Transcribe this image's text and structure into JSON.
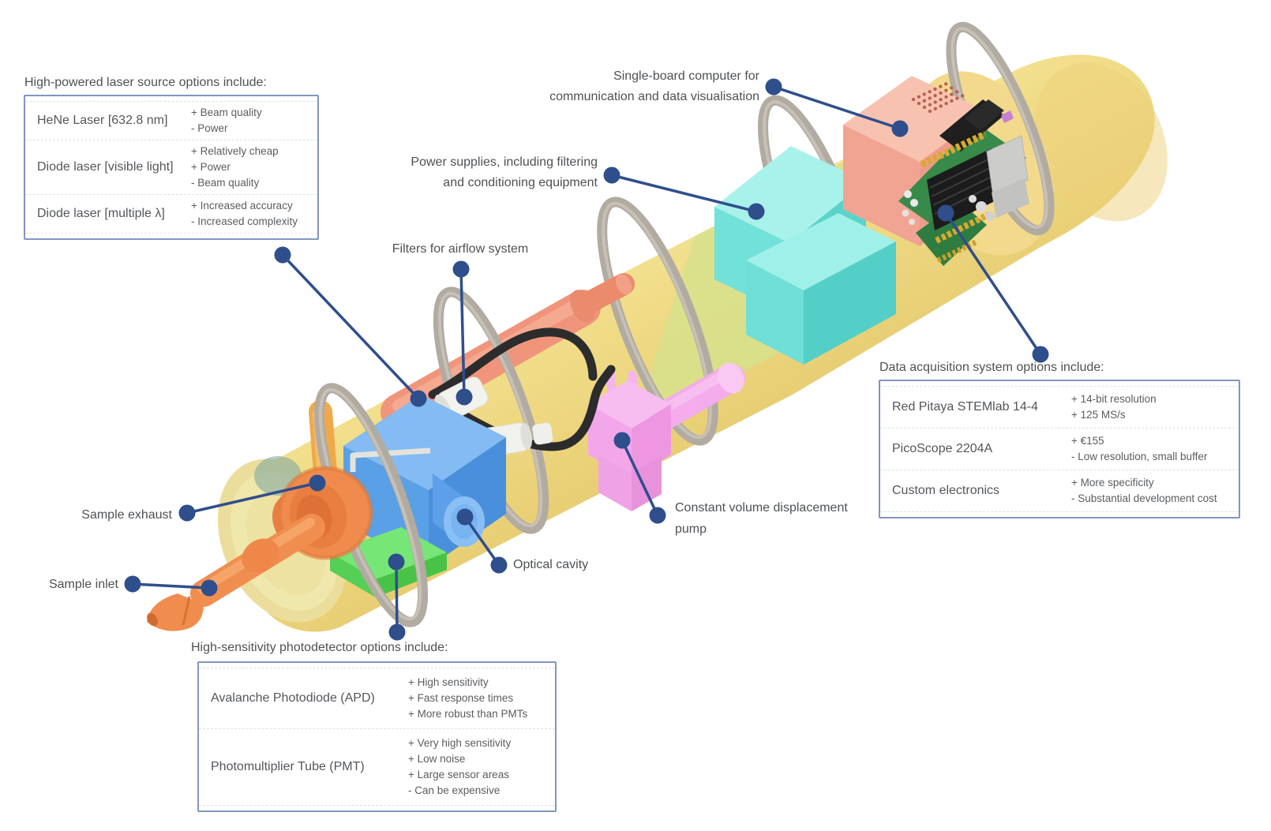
{
  "colors": {
    "connector_navy": "#2F4E8C",
    "table_border": "#8295C2",
    "text_gray": "#4E5154",
    "tube_yellow": "#F1DD89",
    "interior_green": "#D7E08C",
    "ring_gray": "#B2ABA1",
    "optical_cavity_blue": "#5AA0E6",
    "detector_plate_green": "#76E776",
    "sample_orange": "#F08C4E",
    "exhaust_amber": "#EFA94A",
    "laser_salmon": "#F0957B",
    "pump_pink": "#F4ACEC",
    "power_cyan": "#72E1D9",
    "computer_salmon": "#F1A492",
    "board_green": "#388A4B"
  },
  "labels": {
    "single_board": {
      "line1": "Single-board computer for",
      "line2": "communication and data visualisation"
    },
    "power_supplies": {
      "line1": "Power supplies, including filtering",
      "line2": "and conditioning equipment"
    },
    "airflow_filters": {
      "text": "Filters for airflow system"
    },
    "sample_exhaust": {
      "text": "Sample exhaust"
    },
    "sample_inlet": {
      "text": "Sample inlet"
    },
    "optical_cavity": {
      "text": "Optical cavity"
    },
    "pump": {
      "line1": "Constant volume displacement",
      "line2": "pump"
    }
  },
  "tables": {
    "laser": {
      "title": "High-powered laser source options include:",
      "rows": [
        {
          "name": "HeNe Laser [632.8 nm]",
          "points": [
            "+ Beam quality",
            "- Power"
          ]
        },
        {
          "name": "Diode laser [visible light]",
          "points": [
            "+ Relatively cheap",
            "+ Power",
            "- Beam quality"
          ]
        },
        {
          "name": "Diode laser [multiple λ]",
          "points": [
            "+ Increased accuracy",
            "- Increased complexity"
          ]
        }
      ]
    },
    "daq": {
      "title": "Data acquisition system options include:",
      "rows": [
        {
          "name": "Red Pitaya STEMlab 14-4",
          "points": [
            "+ 14-bit resolution",
            "+ 125 MS/s"
          ]
        },
        {
          "name": "PicoScope 2204A",
          "points": [
            "+ €155",
            "- Low resolution, small buffer"
          ]
        },
        {
          "name": "Custom electronics",
          "points": [
            "+ More specificity",
            "- Substantial development cost"
          ]
        }
      ]
    },
    "photo": {
      "title": "High-sensitivity photodetector options include:",
      "rows": [
        {
          "name": "Avalanche Photodiode (APD)",
          "points": [
            "+ High sensitivity",
            "+ Fast response times",
            "+ More robust than PMTs"
          ]
        },
        {
          "name": "Photomultiplier Tube (PMT)",
          "points": [
            "+ Very high sensitivity",
            "+ Low noise",
            "+ Large sensor areas",
            "- Can be expensive"
          ]
        }
      ]
    }
  }
}
